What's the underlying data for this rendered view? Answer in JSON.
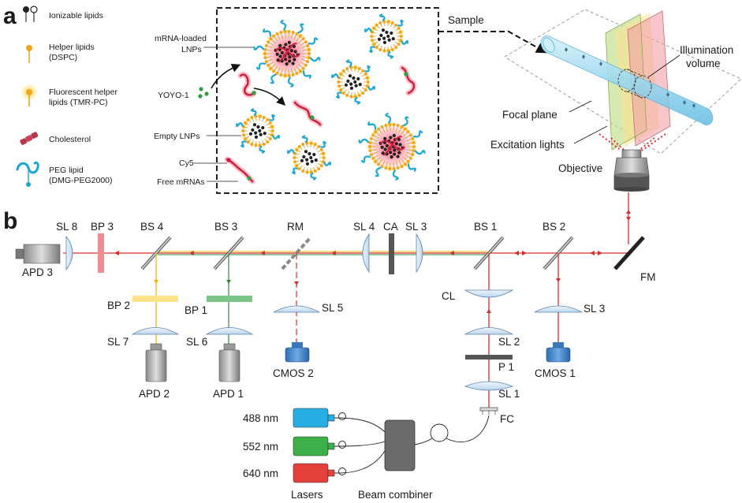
{
  "panel_a": {
    "letter": "a",
    "legend": [
      {
        "icon": "ionizable-lipid-icon",
        "line1": "Ionizable lipids",
        "line2": ""
      },
      {
        "icon": "helper-lipid-icon",
        "line1": "Helper lipids",
        "line2": "(DSPC)"
      },
      {
        "icon": "fluorescent-helper-lipid-icon",
        "line1": "Fluorescent helper",
        "line2": "lipids (TMR-PC)"
      },
      {
        "icon": "cholesterol-icon",
        "line1": "Cholesterol",
        "line2": ""
      },
      {
        "icon": "peg-lipid-icon",
        "line1": "PEG lipid",
        "line2": "(DMG-PEG2000)"
      }
    ],
    "sample_labels": {
      "mrna_loaded_1": "mRNA-loaded",
      "mrna_loaded_2": "LNPs",
      "yoyo": "YOYO-1",
      "empty": "Empty LNPs",
      "cy5": "Cy5",
      "free_mrna": "Free mRNAs"
    },
    "sample_arrow": "Sample",
    "illumination_1": "Illumination",
    "illumination_2": "volume",
    "focal_plane": "Focal plane",
    "excitation": "Excitation lights",
    "objective": "Objective"
  },
  "panel_b": {
    "letter": "b",
    "components": {
      "apd3": "APD 3",
      "sl8": "SL 8",
      "bp3": "BP 3",
      "bs4": "BS 4",
      "bs3": "BS 3",
      "rm": "RM",
      "sl4": "SL 4",
      "ca": "CA",
      "sl3a": "SL 3",
      "bs1": "BS 1",
      "bs2": "BS 2",
      "fm": "FM",
      "bp2": "BP 2",
      "bp1": "BP 1",
      "sl5": "SL 5",
      "cl": "CL",
      "sl3b": "SL 3",
      "sl7": "SL 7",
      "sl6": "SL 6",
      "sl2": "SL 2",
      "cmos2": "CMOS 2",
      "cmos1": "CMOS 1",
      "p1": "P 1",
      "apd2": "APD 2",
      "apd1": "APD 1",
      "sl1": "SL 1",
      "fc": "FC"
    },
    "lasers": [
      {
        "label": "488 nm",
        "color": "#29aee4"
      },
      {
        "label": "552 nm",
        "color": "#3cae4a"
      },
      {
        "label": "640 nm",
        "color": "#e5403a"
      }
    ],
    "lasers_label": "Lasers",
    "combiner_label": "Beam combiner"
  },
  "colors": {
    "beam_red": "#d62f2f",
    "beam_green": "#2e8b3a",
    "beam_yellow": "#f0b400",
    "peg_blue": "#1ba6d4",
    "helper_orange": "#f3a51c",
    "lens_blue": "#d4e6f6"
  }
}
